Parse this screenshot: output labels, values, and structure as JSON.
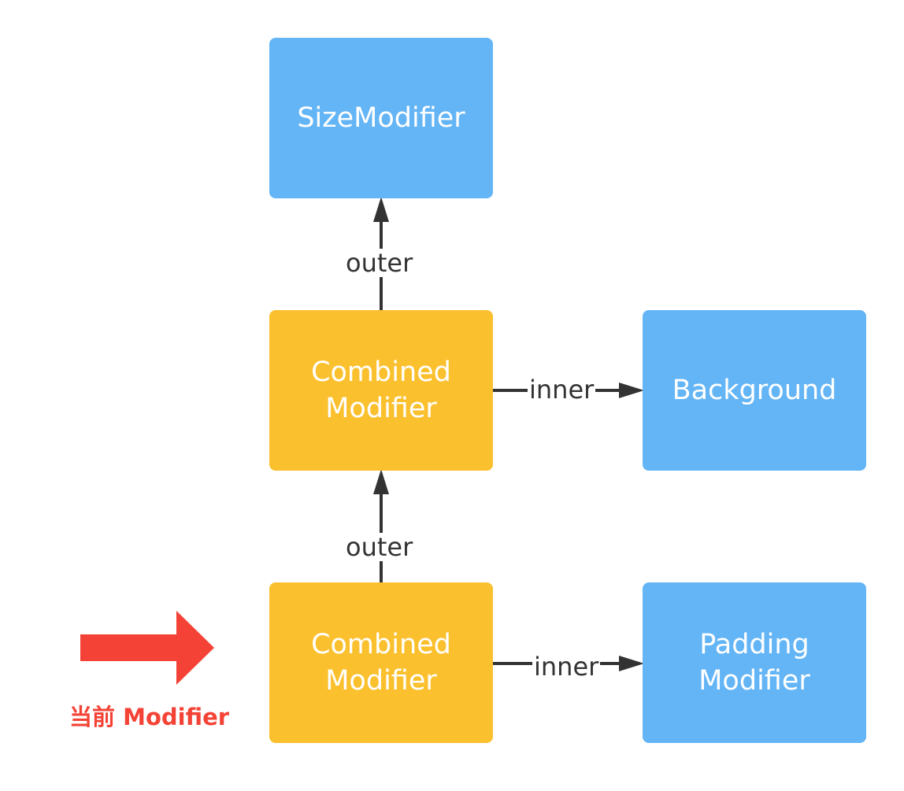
{
  "nodes": {
    "size_modifier": {
      "lines": [
        "SizeModifier"
      ]
    },
    "combined_1": {
      "lines": [
        "Combined",
        "Modifier"
      ]
    },
    "background": {
      "lines": [
        "Background"
      ]
    },
    "combined_2": {
      "lines": [
        "Combined",
        "Modifier"
      ]
    },
    "padding_modifier": {
      "lines": [
        "Padding",
        "Modifier"
      ]
    }
  },
  "edges": {
    "outer_top": "outer",
    "outer_bottom": "outer",
    "inner_top": "inner",
    "inner_bottom": "inner"
  },
  "current_marker": {
    "label": "当前 Modifier"
  },
  "colors": {
    "blue_node": "#64b5f6",
    "yellow_node": "#fbc02d",
    "arrow": "#333333",
    "current_arrow": "#f44336"
  }
}
